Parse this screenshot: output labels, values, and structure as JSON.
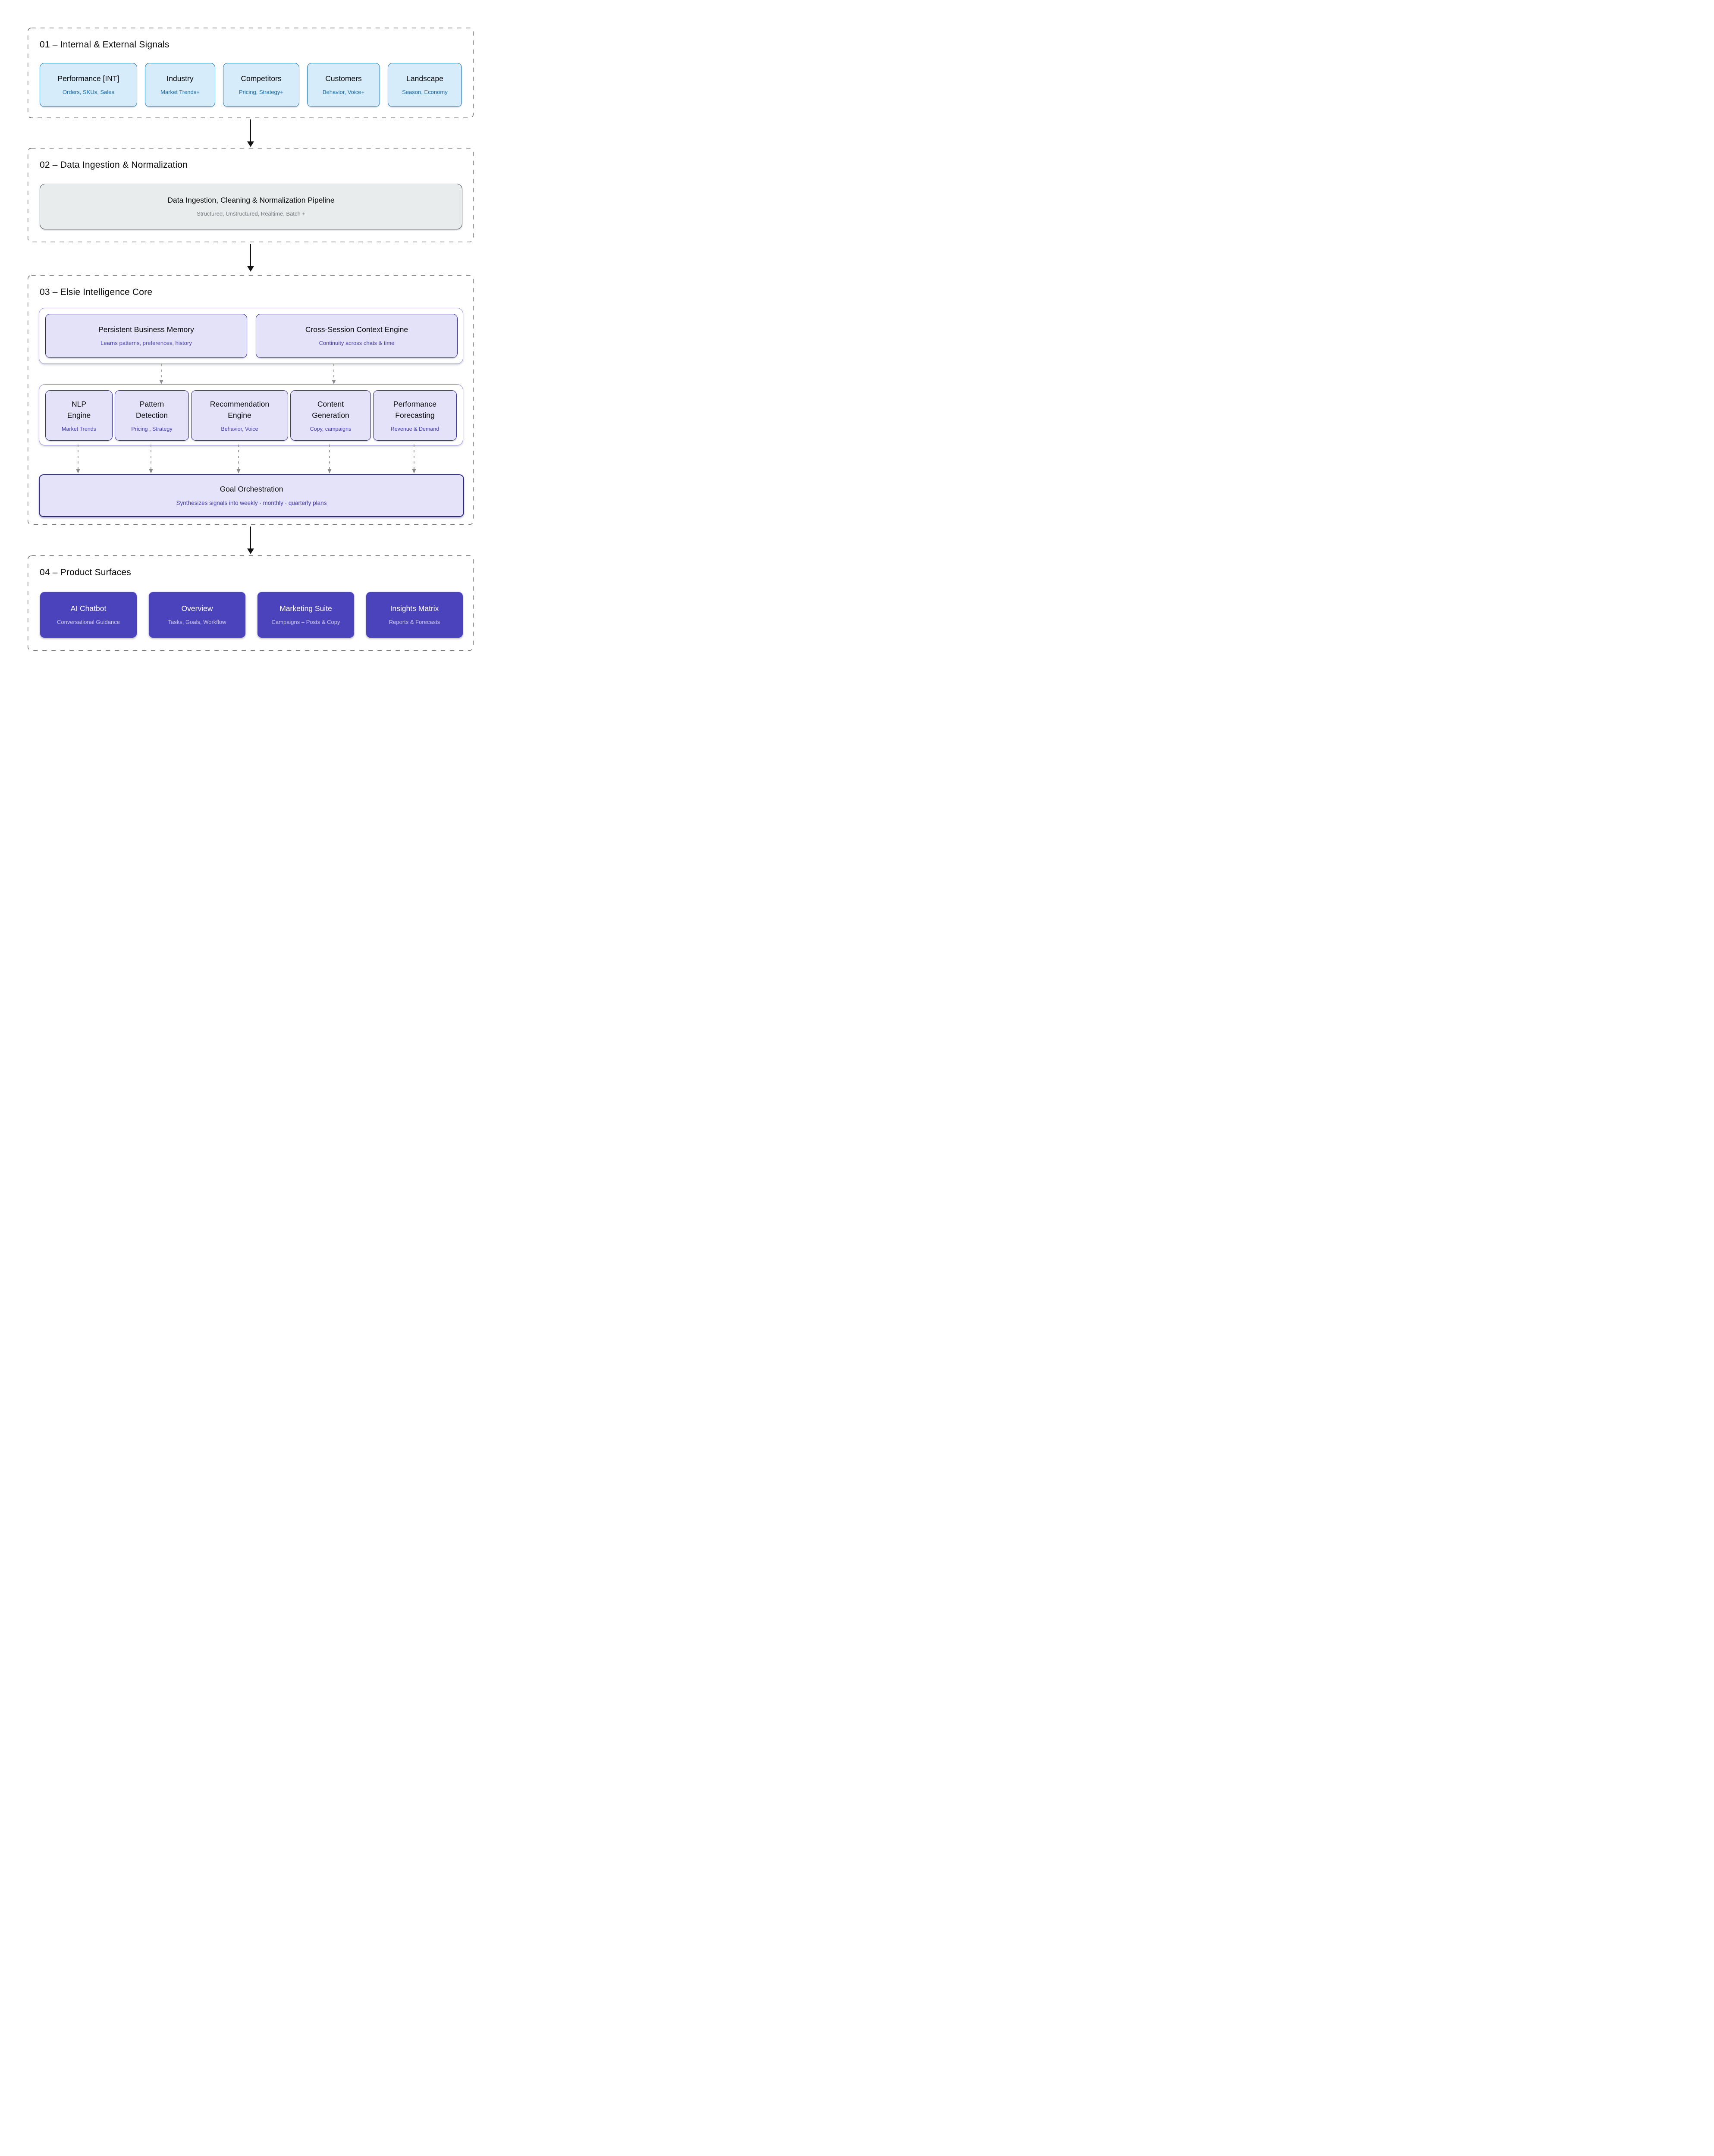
{
  "diagram": {
    "sections": [
      {
        "number": "01",
        "title": "01 – Internal & External Signals",
        "boxes": [
          {
            "title": "Performance [INT]",
            "subtitle": "Orders, SKUs, Sales"
          },
          {
            "title": "Industry",
            "subtitle": "Market Trends+"
          },
          {
            "title": "Competitors",
            "subtitle": "Pricing, Strategy+"
          },
          {
            "title": "Customers",
            "subtitle": "Behavior, Voice+"
          },
          {
            "title": "Landscape",
            "subtitle": "Season, Economy"
          }
        ]
      },
      {
        "number": "02",
        "title": "02 – Data Ingestion & Normalization",
        "pipeline": {
          "title": "Data Ingestion, Cleaning & Normalization Pipeline",
          "subtitle": "Structured, Unstructured, Realtime, Batch +"
        }
      },
      {
        "number": "03",
        "title": "03 – Elsie Intelligence Core",
        "memory_boxes": [
          {
            "title": "Persistent Business Memory",
            "subtitle": "Learns patterns, preferences, history"
          },
          {
            "title": "Cross-Session Context Engine",
            "subtitle": "Continuity across chats & time"
          }
        ],
        "engine_boxes": [
          {
            "title": "NLP Engine",
            "subtitle": "Market Trends"
          },
          {
            "title": "Pattern Detection",
            "subtitle": "Pricing , Strategy"
          },
          {
            "title": "Recommendation Engine",
            "subtitle": "Behavior, Voice"
          },
          {
            "title": "Content Generation",
            "subtitle": "Copy, campaigns"
          },
          {
            "title": "Performance Forecasting",
            "subtitle": "Revenue & Demand"
          }
        ],
        "goal": {
          "title": "Goal Orchestration",
          "subtitle": "Synthesizes signals into weekly · monthly · quarterly plans"
        }
      },
      {
        "number": "04",
        "title": "04 – Product Surfaces",
        "boxes": [
          {
            "title": "AI Chatbot",
            "subtitle": "Conversational Guidance"
          },
          {
            "title": "Overview",
            "subtitle": "Tasks, Goals, Workflow"
          },
          {
            "title": "Marketing Suite",
            "subtitle": "Campaigns – Posts & Copy"
          },
          {
            "title": "Insights Matrix",
            "subtitle": "Reports & Forecasts"
          }
        ]
      }
    ],
    "colors": {
      "signal_fill": "#d6ecfb",
      "signal_border": "#1c70b2",
      "signal_subtitle": "#1a6db3",
      "pipeline_fill": "#e9eced",
      "pipeline_subtitle": "#75797d",
      "core_fill": "#e4e2f9",
      "core_border": "#2d2884",
      "core_subtitle": "#463eae",
      "surface_fill": "#4b43bc",
      "surface_subtitle": "#cdc8f0",
      "dashed_frame": "#747474",
      "dashed_connector": "#8b8b8b",
      "flow_arrow": "#121212"
    }
  }
}
